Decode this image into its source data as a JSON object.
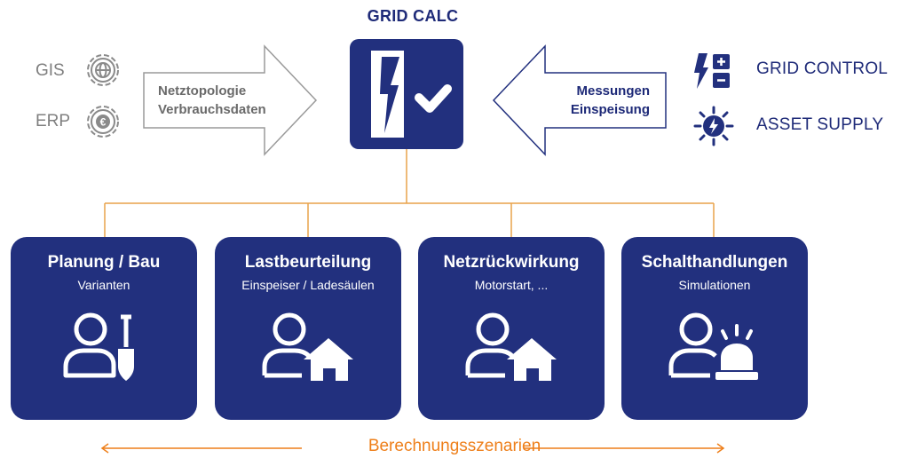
{
  "center": {
    "title": "GRID CALC",
    "icon": "lightning-check-icon"
  },
  "left_sources": [
    {
      "label": "GIS",
      "icon": "globe-gear-icon"
    },
    {
      "label": "ERP",
      "icon": "euro-gear-icon"
    }
  ],
  "left_arrow": {
    "line1": "Netztopologie",
    "line2": "Verbrauchsdaten"
  },
  "right_arrow": {
    "line1": "Messungen",
    "line2": "Einspeisung"
  },
  "right_targets": [
    {
      "label": "GRID CONTROL",
      "icon": "lightning-plus-minus-icon"
    },
    {
      "label": "ASSET SUPPLY",
      "icon": "sun-lightning-icon"
    }
  ],
  "cards": [
    {
      "title": "Planung / Bau",
      "subtitle": "Varianten",
      "icon": "person-shovel-icon"
    },
    {
      "title": "Lastbeurteilung",
      "subtitle": "Einspeiser / Ladesäulen",
      "icon": "person-house-icon"
    },
    {
      "title": "Netzrückwirkung",
      "subtitle": "Motorstart, ...",
      "icon": "person-house-icon"
    },
    {
      "title": "Schalthandlungen",
      "subtitle": "Simulationen",
      "icon": "person-alarm-icon"
    }
  ],
  "bottom": {
    "label": "Berechnungsszenarien"
  },
  "colors": {
    "navy": "#22307e",
    "orange": "#ee7f1a",
    "grey": "#7f7f7f",
    "connector": "#e8a24a"
  }
}
